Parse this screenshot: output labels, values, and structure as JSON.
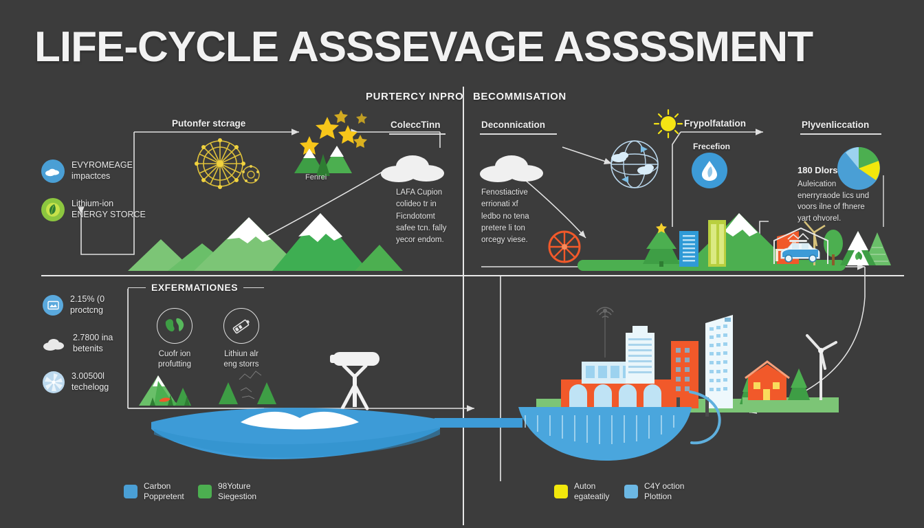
{
  "page": {
    "title": "LIFE-CYCLE ASSSEVAGE  ASSSSMENT",
    "background_color": "#3c3c3c"
  },
  "sections": {
    "left_header": "PURTERCY INPRO",
    "right_header": "BECOMMISATION",
    "left_sub": "ColeccTinn",
    "right_sub": "Deconnication",
    "flow_top_left": "Putonfer stcrage",
    "flow_right_1": "Frypolfatation",
    "flow_right_2": "Plyvenliccation",
    "flow_right_small": "Frecefion",
    "mountain_caption": "Fenrei"
  },
  "sidebar_badges": [
    {
      "label": "EVYROMEAGE\nimpactces",
      "icon": "cloud-circle-icon",
      "color": "#4a9fd5"
    },
    {
      "label": "Lithium-ion\nENERGY STORCE",
      "icon": "leaf-circle-icon",
      "color": "#8cc63f"
    }
  ],
  "sidebar_stats": [
    {
      "value": "2.15% (0",
      "label": "proctcng",
      "icon": "image-circle-icon",
      "color": "#5aa9dd"
    },
    {
      "value": "2.7800 ina",
      "label": "betenits",
      "icon": "cloud-icon",
      "color": "#e8e8e8"
    },
    {
      "value": "3.00500l",
      "label": "techelogg",
      "icon": "pinwheel-icon",
      "color": "#bcd9ee"
    }
  ],
  "experimentations": {
    "title": "EXFERMATIONES",
    "items": [
      {
        "label": "Cuofr ion\nprofutting",
        "icon": "globe-icon"
      },
      {
        "label": "Lithiun alr\neng storrs",
        "icon": "battery-icon"
      }
    ]
  },
  "cloud_notes": [
    {
      "icon": "cloud-icon",
      "text": "LAFA Cupion\ncolideo tr in\nFicndotomt\nsafee tcn. fally\nyecor endom."
    },
    {
      "icon": "cloud-icon",
      "text": "Fenostiactive\nerrionati xf\nledbo no tena\npretere li ton\norcegy viese."
    }
  ],
  "pie_panel": {
    "heading": "180 Dlors",
    "text": "Auleication\nenerryraode lics und\nvoors ilne of fhnere\nyart ohvorel.",
    "slices": [
      {
        "name": "blue",
        "color": "#4a9fd5",
        "value": 45
      },
      {
        "name": "green",
        "color": "#4caf50",
        "value": 25
      },
      {
        "name": "yellow",
        "color": "#f2e80c",
        "value": 20
      },
      {
        "name": "lightblue",
        "color": "#9cd2ef",
        "value": 10
      }
    ]
  },
  "legend_left": [
    {
      "label": "Carbon\nPoppretent",
      "color": "#4a9fd5"
    },
    {
      "label": "98Yoture\nSiegestion",
      "color": "#4caf50"
    }
  ],
  "legend_right": [
    {
      "label": "Auton\negateatily",
      "color": "#f2e80c"
    },
    {
      "label": "C4Y oction\nPlottion",
      "color": "#6cb8e4"
    }
  ],
  "palette": {
    "background": "#3c3c3c",
    "white": "#f0f0f0",
    "blue": "#3d9bd7",
    "light_blue": "#a9d4ec",
    "green": "#4caf50",
    "light_green": "#7cc576",
    "orange": "#f1592a",
    "yellow": "#f2e80c",
    "gold": "#f7c61a"
  },
  "scene": {
    "mountains_left": "green-mountain-range",
    "ferris_wheel": "ferris-wheel-icon",
    "stars": "star-cluster",
    "globe": "globe-clouds-icon",
    "sun": "sun-icon",
    "city": "city-skyline",
    "water": "water-body",
    "telescope": "telescope-icon",
    "car_garage": "car-garage-icon",
    "mountain_badge": "mountain-leaf-badge",
    "windmill": "wind-turbine-icon"
  }
}
